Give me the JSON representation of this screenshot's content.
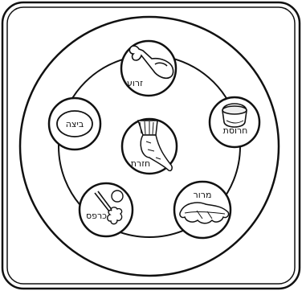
{
  "plate": {
    "items": [
      {
        "id": "zeroa",
        "label": "זרוע",
        "icon": "shank-bone-icon"
      },
      {
        "id": "charoset",
        "label": "חרוסת",
        "icon": "charoset-bowl-icon"
      },
      {
        "id": "maror",
        "label": "מרור",
        "icon": "lettuce-leaf-icon"
      },
      {
        "id": "karpas",
        "label": "כרפס",
        "icon": "parsley-icon"
      },
      {
        "id": "beitzah",
        "label": "ביצה",
        "icon": "egg-icon"
      },
      {
        "id": "chazeret",
        "label": "חזרת",
        "icon": "horseradish-root-icon"
      }
    ]
  },
  "colors": {
    "stroke": "#111111",
    "background": "#ffffff"
  }
}
